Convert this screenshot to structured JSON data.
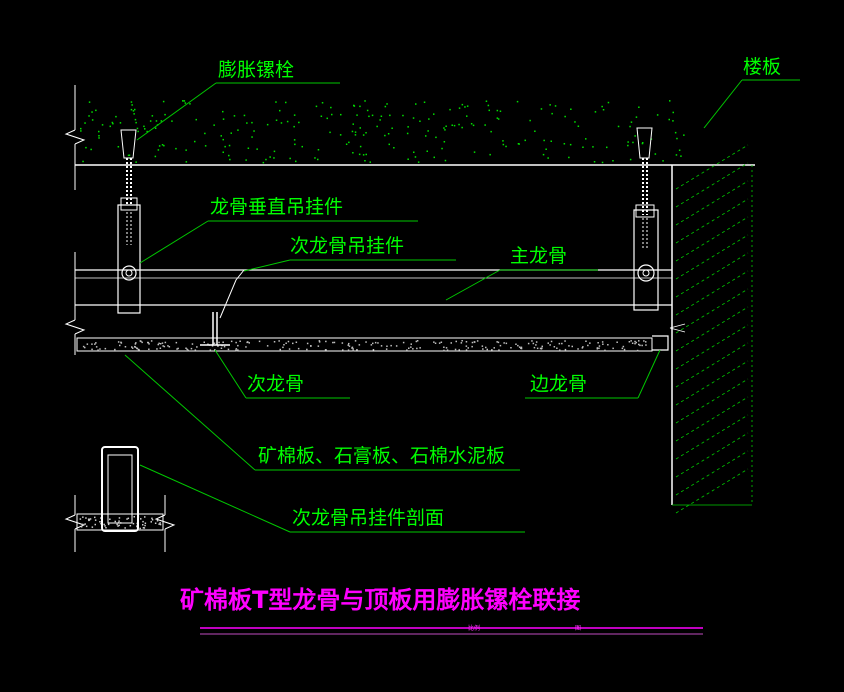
{
  "labels": {
    "expansion_bolt": "膨胀镙栓",
    "floor_slab": "楼板",
    "vertical_hanger": "龙骨垂直吊挂件",
    "secondary_hanger": "次龙骨吊挂件",
    "main_keel": "主龙骨",
    "secondary_keel": "次龙骨",
    "edge_keel": "边龙骨",
    "board_types": "矿棉板、石膏板、石棉水泥板",
    "hanger_section": "次龙骨吊挂件剖面"
  },
  "title": "矿棉板T型龙骨与顶板用膨胀镙栓联接",
  "footer_marks": [
    "比例",
    "图"
  ],
  "colors": {
    "background": "#000000",
    "lines": "#ffffff",
    "labels": "#00ff00",
    "leaders": "#00c800",
    "title": "#ff00ff"
  }
}
